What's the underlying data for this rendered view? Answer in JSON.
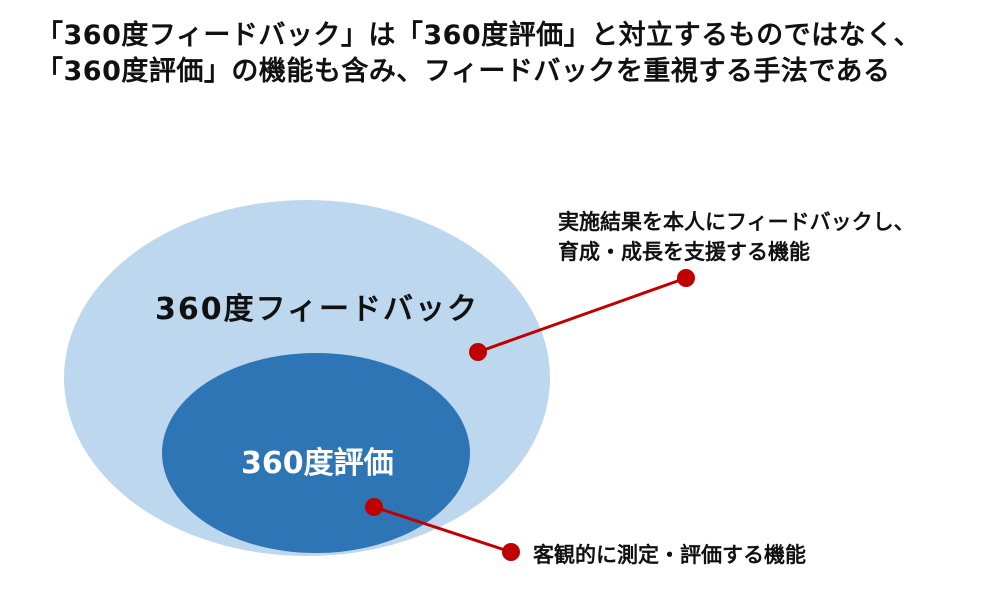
{
  "title": {
    "lines": [
      "「360度フィードバック」は「360度評価」と対立するものではなく、",
      "「360度評価」の機能も含み、フィードバックを重視する手法である"
    ]
  },
  "diagram": {
    "outer_ellipse": {
      "label": "360度フィードバック",
      "color": "#bdd7ee"
    },
    "inner_ellipse": {
      "label": "360度評価",
      "color": "#2e75b6"
    },
    "callouts": [
      {
        "target": "outer_ellipse",
        "lines": [
          "実施結果を本人にフィードバックし、",
          "育成・成長を支援する機能"
        ]
      },
      {
        "target": "inner_ellipse",
        "lines": [
          "客観的に測定・評価する機能"
        ]
      }
    ],
    "connector_color": "#c00000"
  }
}
